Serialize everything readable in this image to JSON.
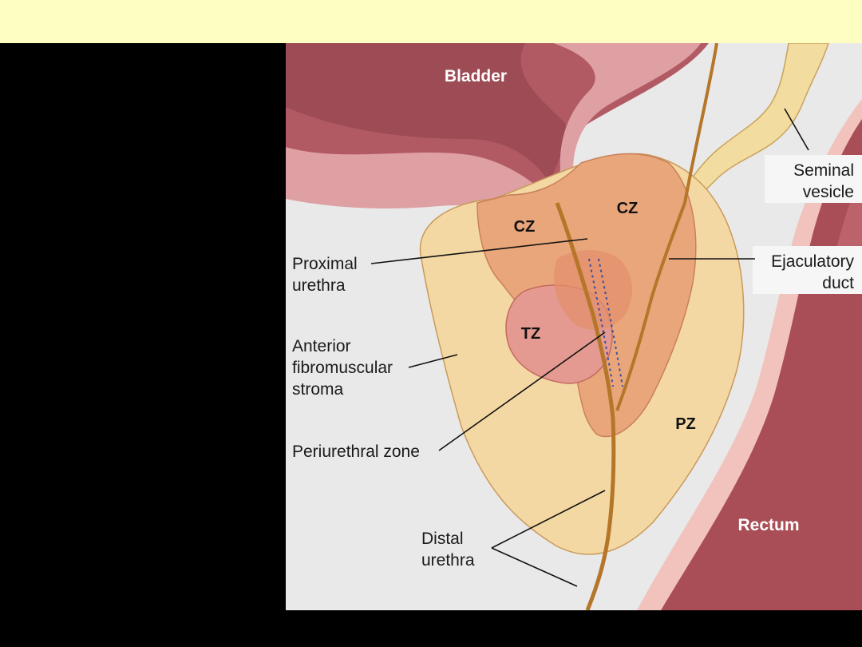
{
  "header": {
    "title": ""
  },
  "figure": {
    "organs": {
      "bladder": "Bladder",
      "rectum": "Rectum"
    },
    "zones": {
      "cz_left": "CZ",
      "cz_right": "CZ",
      "tz": "TZ",
      "pz": "PZ"
    },
    "labels": {
      "seminal_1": "Seminal",
      "seminal_2": "vesicle",
      "ejaculatory_1": "Ejaculatory",
      "ejaculatory_2": "duct",
      "proximal_1": "Proximal",
      "proximal_2": "urethra",
      "anterior_1": "Anterior",
      "anterior_2": "fibromuscular",
      "anterior_3": "stroma",
      "periurethral": "Periurethral zone",
      "distal_1": "Distal",
      "distal_2": "urethra"
    },
    "colors": {
      "background": "#e9e9e9",
      "bladder": "#b25a63",
      "bladder_light": "#dea0a2",
      "peripheral_zone": "#f4d8a4",
      "central_zone": "#e9a67a",
      "transition_zone": "#e49a90",
      "rectum": "#a94e57",
      "seminal_vesicle": "#f2dca0"
    }
  }
}
